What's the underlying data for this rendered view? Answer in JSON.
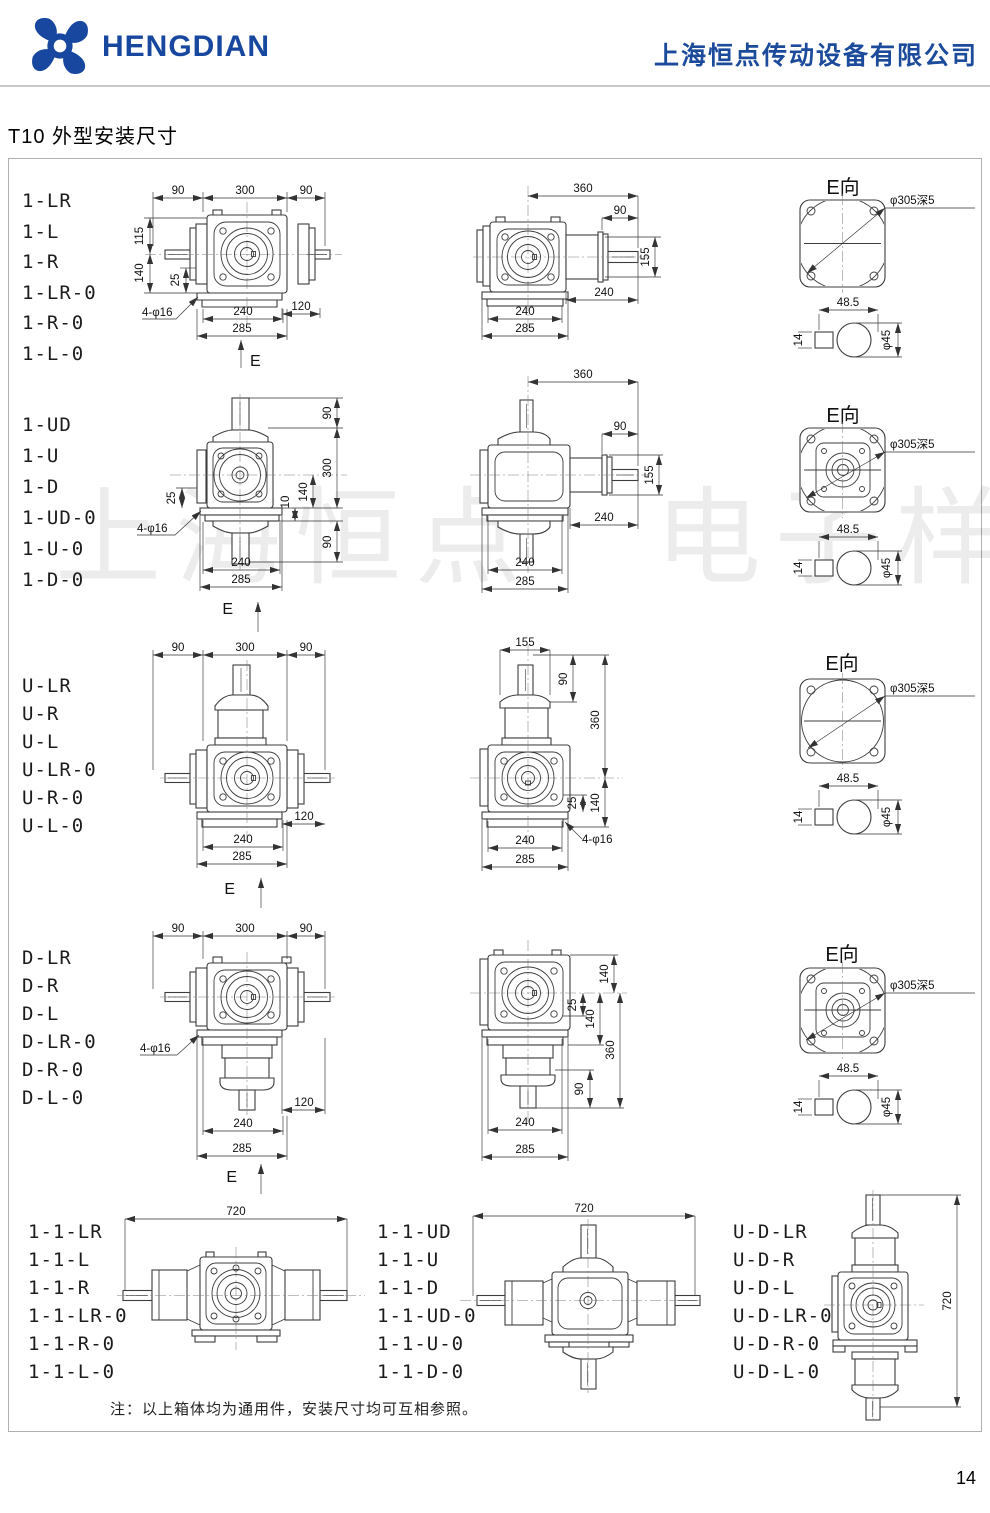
{
  "header": {
    "brand": "HENGDIAN",
    "company": "上海恒点传动设备有限公司",
    "accent_color": "#17479e"
  },
  "title": "T10 外型安装尺寸",
  "watermark": "上海恒点　电子样本",
  "note": "注：以上箱体均为通用件，安装尺寸均可互相参照。",
  "page_number": "14",
  "e_view_label": "E向",
  "bore_callout": "φ305深5",
  "shaft_dims": {
    "width": "48.5",
    "key": "14",
    "dia": "φ45"
  },
  "rows": [
    {
      "models": [
        "1-LR",
        "1-L",
        "1-R",
        "1-LR-0",
        "1-R-0",
        "1-L-0"
      ],
      "front": {
        "t1": "90",
        "t2": "300",
        "t3": "90",
        "l1": "115",
        "l2": "140",
        "l3": "25",
        "callout": "4-φ16",
        "r1": "120",
        "b1": "240",
        "b2": "285",
        "view": "E"
      },
      "side": {
        "t1": "360",
        "t2": "90",
        "r1": "155",
        "m1": "240",
        "b1": "240",
        "b2": "285"
      }
    },
    {
      "models": [
        "1-UD",
        "1-U",
        "1-D",
        "1-UD-0",
        "1-U-0",
        "1-D-0"
      ],
      "front": {
        "r1": "90",
        "r2": "300",
        "r3": "140",
        "r4": "10",
        "r5": "90",
        "l1": "25",
        "callout": "4-φ16",
        "b1": "240",
        "b2": "285",
        "view": "E"
      },
      "side": {
        "t1": "360",
        "t2": "90",
        "r1": "155",
        "m1": "240",
        "b1": "240",
        "b2": "285"
      }
    },
    {
      "models": [
        "U-LR",
        "U-R",
        "U-L",
        "U-LR-0",
        "U-R-0",
        "U-L-0"
      ],
      "front": {
        "t1": "90",
        "t2": "300",
        "t3": "90",
        "r1": "120",
        "b1": "240",
        "b2": "285",
        "view": "E"
      },
      "side": {
        "t1": "155",
        "r1": "90",
        "r2": "360",
        "r3": "140",
        "r4": "25",
        "callout": "4-φ16",
        "b1": "240",
        "b2": "285"
      }
    },
    {
      "models": [
        "D-LR",
        "D-R",
        "D-L",
        "D-LR-0",
        "D-R-0",
        "D-L-0"
      ],
      "front": {
        "t1": "90",
        "t2": "300",
        "t3": "90",
        "callout": "4-φ16",
        "r1": "120",
        "b1": "240",
        "b2": "285",
        "view": "E"
      },
      "side": {
        "r1": "140",
        "r2": "25",
        "r3": "140",
        "r4": "360",
        "r5": "90",
        "b1": "240",
        "b2": "285"
      }
    },
    {
      "models": [
        "1-1-LR",
        "1-1-L",
        "1-1-R",
        "1-1-LR-0",
        "1-1-R-0",
        "1-1-L-0"
      ],
      "dim": "720"
    },
    {
      "models": [
        "1-1-UD",
        "1-1-U",
        "1-1-D",
        "1-1-UD-0",
        "1-1-U-0",
        "1-1-D-0"
      ],
      "dim": "720"
    },
    {
      "models": [
        "U-D-LR",
        "U-D-R",
        "U-D-L",
        "U-D-LR-0",
        "U-D-R-0",
        "U-D-L-0"
      ],
      "dim": "720"
    }
  ]
}
